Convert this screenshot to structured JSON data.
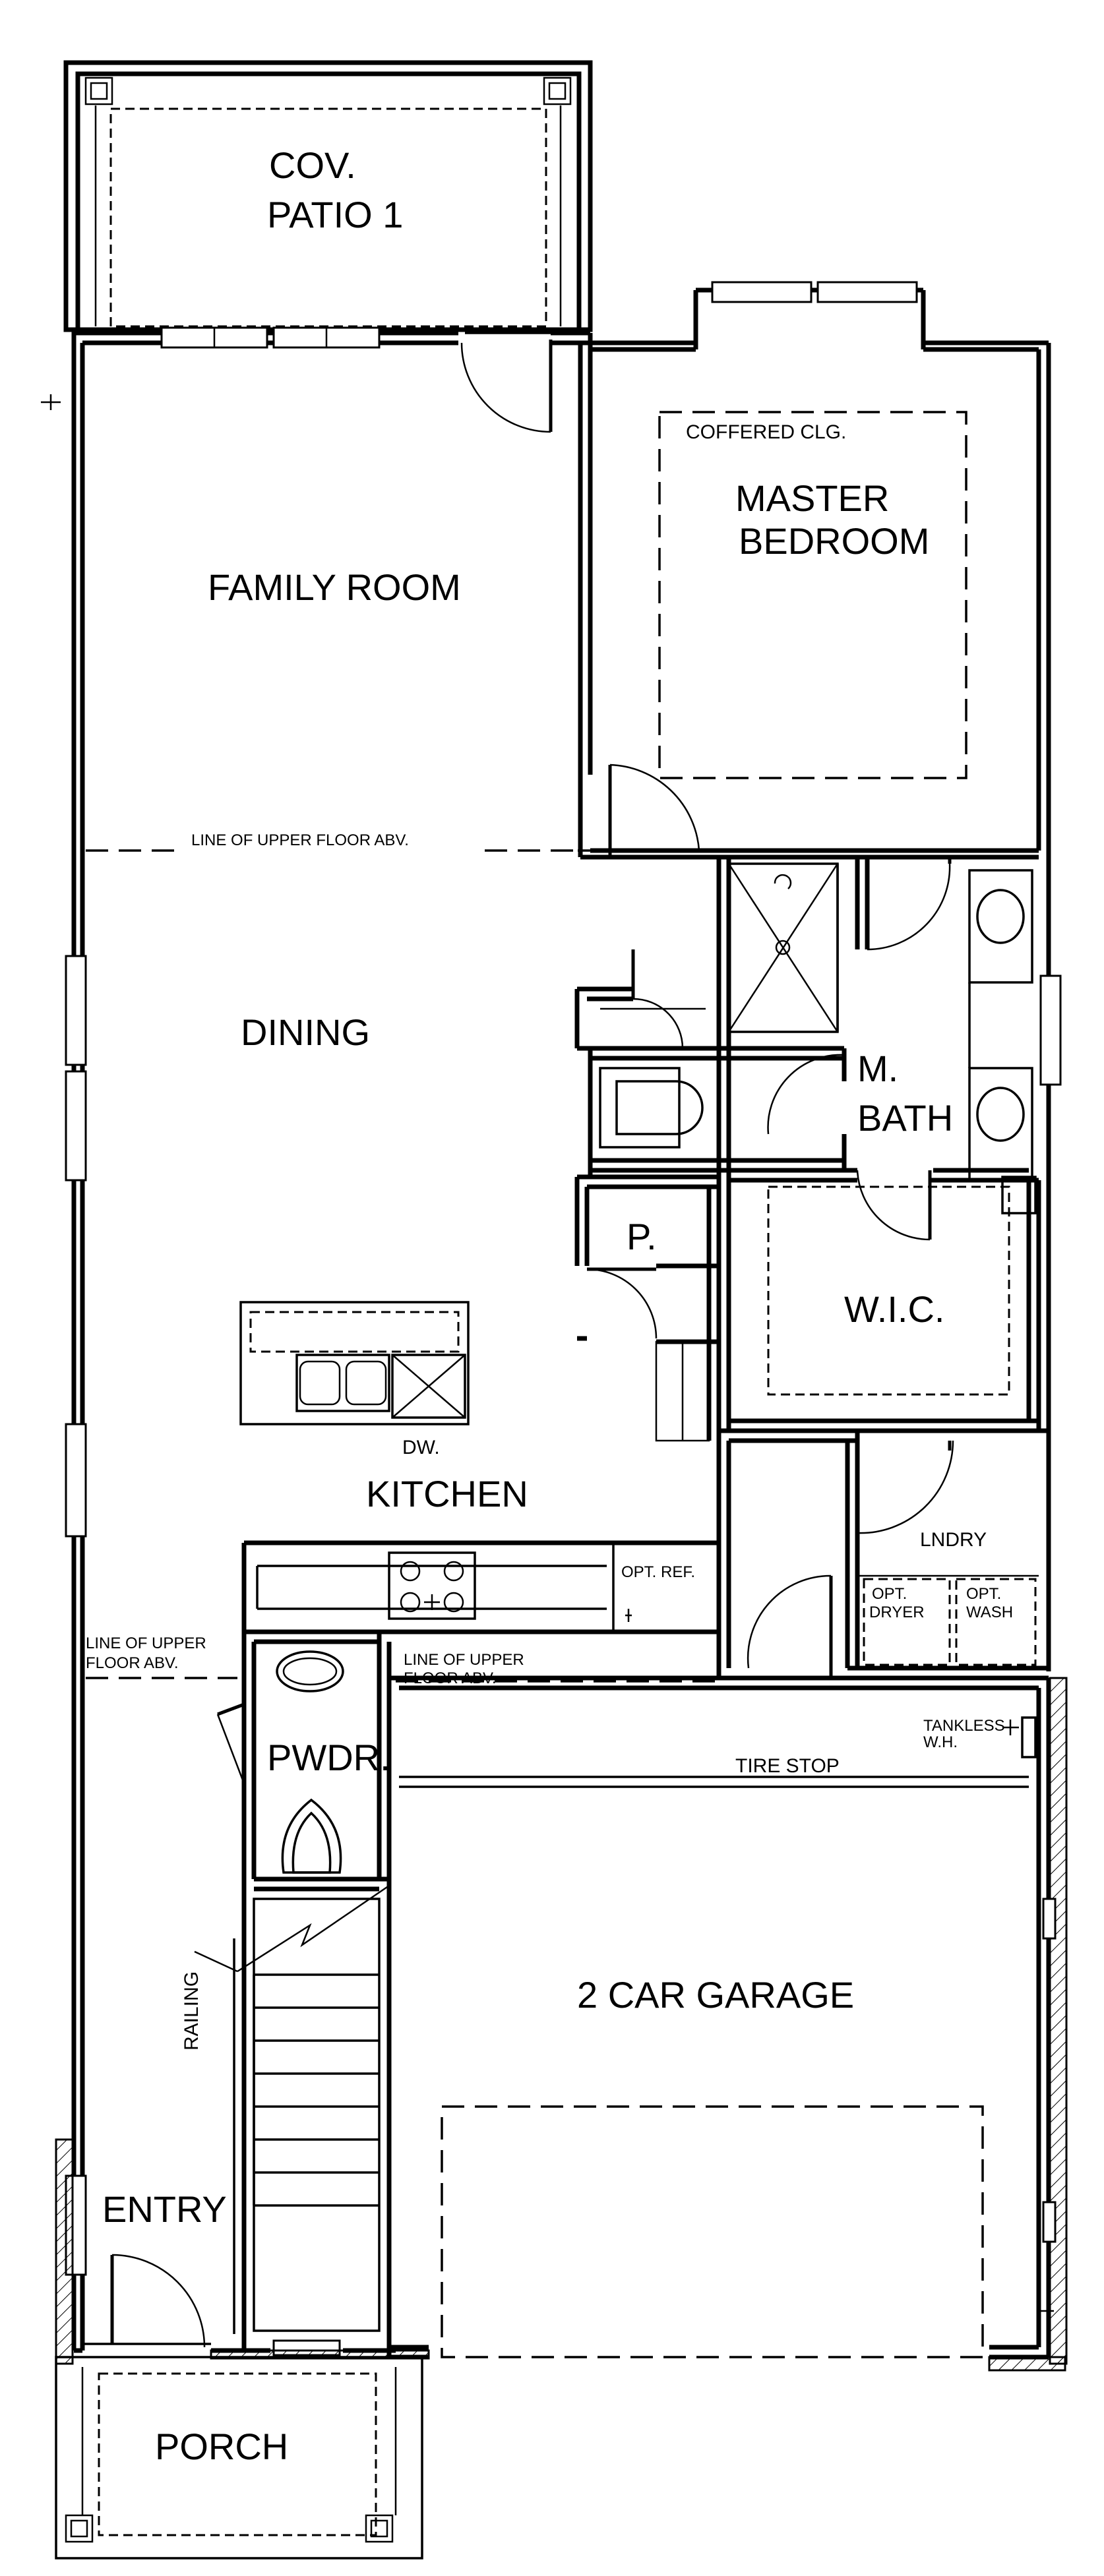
{
  "plan": {
    "rooms": {
      "cov_patio_line1": "COV.",
      "cov_patio_line2": "PATIO 1",
      "family_room": "FAMILY ROOM",
      "master_bedroom_line1": "MASTER",
      "master_bedroom_line2": "BEDROOM",
      "coffered_clg": "COFFERED CLG.",
      "dining": "DINING",
      "m_bath_line1": "M.",
      "m_bath_line2": "BATH",
      "pantry": "P.",
      "wic": "W.I.C.",
      "dw": "DW.",
      "kitchen": "KITCHEN",
      "lndry": "LNDRY",
      "opt_ref": "OPT. REF.",
      "opt_dryer_line1": "OPT.",
      "opt_dryer_line2": "DRYER",
      "opt_wash_line1": "OPT.",
      "opt_wash_line2": "WASH",
      "pwdr": "PWDR.",
      "tankless_line1": "TANKLESS",
      "tankless_line2": "W.H.",
      "tire_stop": "TIRE STOP",
      "garage": "2 CAR GARAGE",
      "railing": "RAILING",
      "entry": "ENTRY",
      "porch": "PORCH"
    },
    "notes": {
      "upper_floor_1": "LINE OF UPPER FLOOR ABV.",
      "upper_floor_2_line1": "LINE OF UPPER",
      "upper_floor_2_line2": "FLOOR ABV.",
      "upper_floor_3_line1": "LINE OF UPPER",
      "upper_floor_3_line2": "FLOOR ABV."
    }
  }
}
